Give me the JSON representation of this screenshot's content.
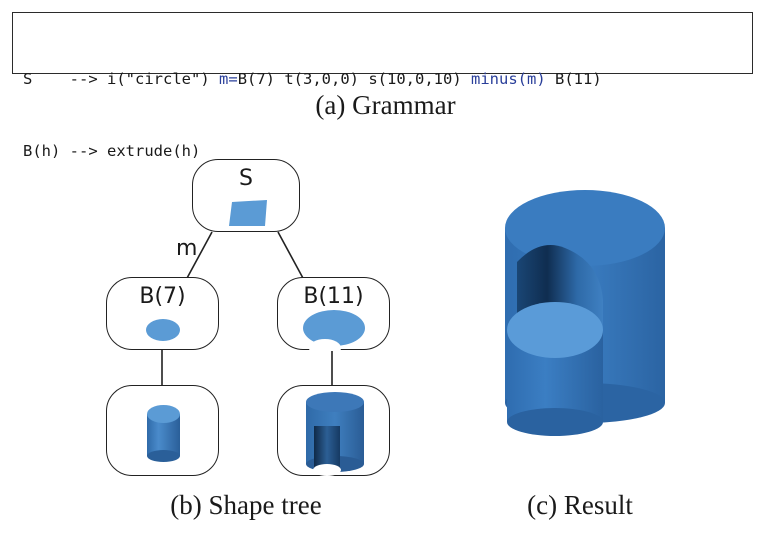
{
  "grammar": {
    "line1": {
      "lhs": "S",
      "arrow": "-->",
      "p1": "i(\"circle\")",
      "m_label": "m=",
      "p2": "B(7) t(3,0,0) s(10,0,10)",
      "minus": "minus(m)",
      "p3": "B(11)"
    },
    "line2": {
      "lhs": "B(h)",
      "arrow": "-->",
      "rhs": "extrude(h)"
    }
  },
  "captions": {
    "grammar": "(a) Grammar",
    "shape_tree": "(b) Shape tree",
    "result": "(c) Result"
  },
  "tree": {
    "root_label": "S",
    "edge_label": "m",
    "left_label": "B(7)",
    "right_label": "B(11)"
  },
  "colors": {
    "shape_fill": "#5b9bd5",
    "shape_side": "#3d78b8",
    "shape_dark": "#1f4a7a",
    "border": "#222222"
  }
}
